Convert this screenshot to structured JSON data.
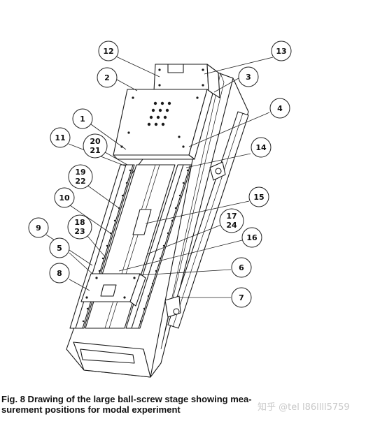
{
  "figure": {
    "callouts": {
      "c12": "12",
      "c13": "13",
      "c2": "2",
      "c3": "3",
      "c1": "1",
      "c4": "4",
      "c11": "11",
      "c20_21": [
        "20",
        "21"
      ],
      "c14": "14",
      "c19_22": [
        "19",
        "22"
      ],
      "c10": "10",
      "c15": "15",
      "c18_23": [
        "18",
        "23"
      ],
      "c9": "9",
      "c17_24": [
        "17",
        "24"
      ],
      "c16": "16",
      "c5": "5",
      "c6": "6",
      "c8": "8",
      "c7": "7"
    }
  },
  "caption": {
    "line1": "Fig. 8   Drawing of the large ball-screw stage showing mea-",
    "line2": "surement positions for modal experiment"
  },
  "watermark": "知乎 @tel l86llll5759"
}
